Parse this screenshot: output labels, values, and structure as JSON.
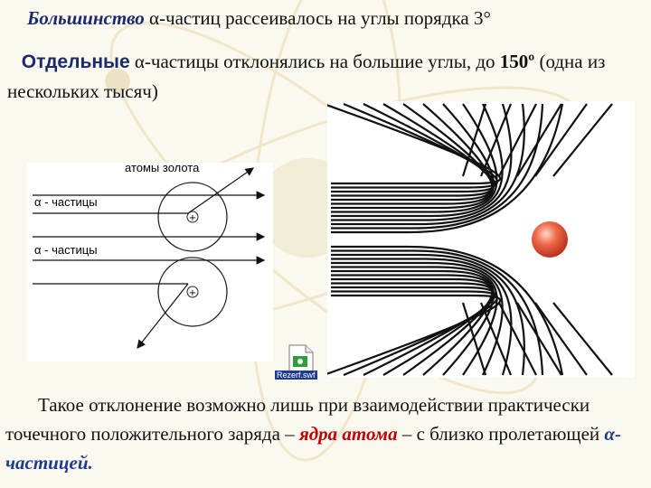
{
  "heading": {
    "keyword": "Большинство",
    "rest": " α-частиц рассеивалось на углы порядка 3°"
  },
  "subheading": {
    "keyword": "Отдельные",
    "rest_a": " α-частицы отклонялись на большие углы, до ",
    "degrees": "150º",
    "rest_b": " (одна из нескольких тысяч)"
  },
  "left_diagram": {
    "label_atoms": "атомы золота",
    "label_alpha_1": "α - частицы",
    "label_alpha_2": "α - частицы",
    "plus_1": "+",
    "plus_2": "+"
  },
  "file": {
    "label": "Rezerf.swf"
  },
  "paragraph": {
    "part1": "Такое отклонение возможно лишь при взаимодействии практически точечного положительного заряда – ",
    "red": "ядра атома",
    "part2": " – с близко пролетающей ",
    "blue": "α-частицей."
  },
  "colors": {
    "keyword": "#1a2a6c",
    "nucleus_red": "#c00000",
    "alpha_blue": "#1f3c8c",
    "nucleus_fill": "#e8553a"
  }
}
